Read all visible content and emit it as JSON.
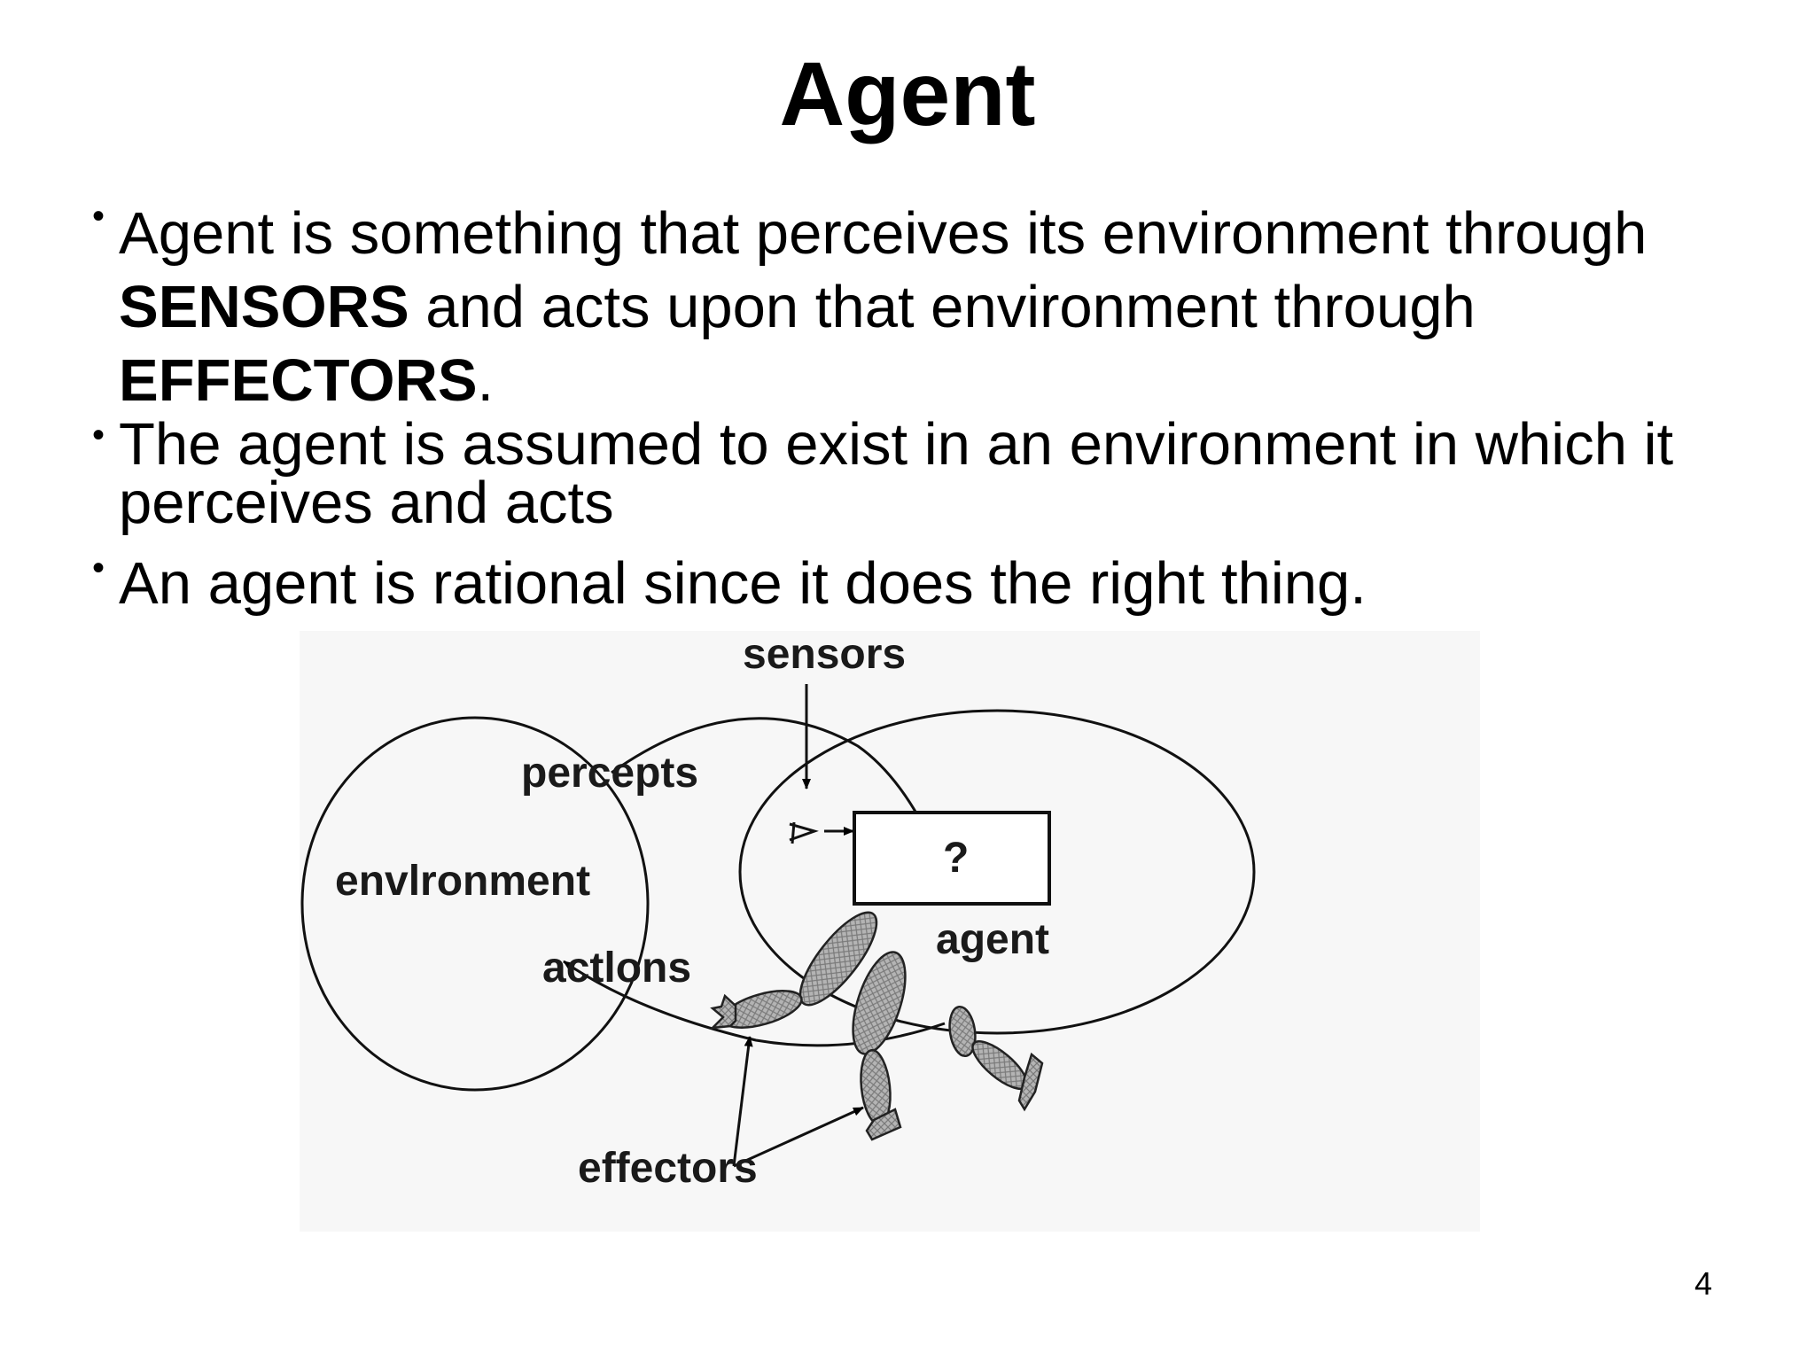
{
  "slide": {
    "title": "Agent",
    "page_number": "4"
  },
  "bullets": [
    {
      "line1": "Agent is something that perceives its environment through",
      "sensors_word": "SENSORS",
      "line2_rest": " and acts upon that environment through",
      "effectors_word": "EFFECTORS",
      "period": "."
    },
    {
      "line1": "The agent is assumed to exist in an environment in which it",
      "line2": "perceives and acts"
    },
    {
      "text": "An agent is rational since it does the right thing."
    }
  ],
  "diagram": {
    "labels": {
      "sensors": "sensors",
      "percepts": "percepts",
      "environment": "envlronment",
      "actions": "actlons",
      "agent": "agent",
      "box": "?",
      "effectors": "effectors"
    }
  }
}
